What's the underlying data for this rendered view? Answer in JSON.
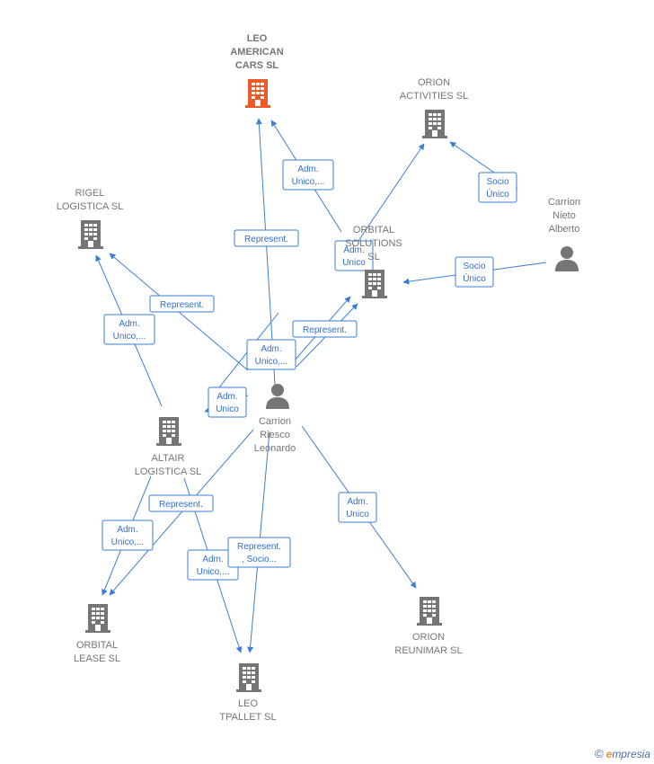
{
  "colors": {
    "edge": "#3a7fd5",
    "company": "#757575",
    "highlight": "#f05a28",
    "person": "#757575"
  },
  "nodes": {
    "leo_american": {
      "lines": [
        "LEO",
        "AMERICAN",
        "CARS  SL"
      ],
      "type": "building-icon",
      "highlight": true
    },
    "orion_activities": {
      "lines": [
        "ORION",
        "ACTIVITIES  SL"
      ],
      "type": "building-icon"
    },
    "rigel": {
      "lines": [
        "RIGEL",
        "LOGISTICA SL"
      ],
      "type": "building-icon"
    },
    "orbital_solutions": {
      "lines": [
        "ORBITAL",
        "SOLUTIONS",
        "SL"
      ],
      "type": "building-icon"
    },
    "carrion_nieto": {
      "lines": [
        "Carrion",
        "Nieto",
        "Alberto"
      ],
      "type": "person-icon"
    },
    "carrion_riesco": {
      "lines": [
        "Carrion",
        "Riesco",
        "Leonardo"
      ],
      "type": "person-icon"
    },
    "altair": {
      "lines": [
        "ALTAIR",
        "LOGISTICA SL"
      ],
      "type": "building-icon"
    },
    "orbital_lease": {
      "lines": [
        "ORBITAL",
        "LEASE  SL"
      ],
      "type": "building-icon"
    },
    "orion_reunimar": {
      "lines": [
        "ORION",
        "REUNIMAR SL"
      ],
      "type": "building-icon"
    },
    "leo_tpallet": {
      "lines": [
        "LEO",
        "TPALLET  SL"
      ],
      "type": "building-icon"
    }
  },
  "edges": {
    "e1": [
      "Adm.",
      "Unico,..."
    ],
    "e2": [
      "Socio",
      "Único"
    ],
    "e3": [
      "Represent."
    ],
    "e4": [
      "Adm.",
      "Unico"
    ],
    "e5": [
      "Socio",
      "Único"
    ],
    "e6": [
      "Represent."
    ],
    "e7": [
      "Adm.",
      "Unico,..."
    ],
    "e8": [
      "Represent."
    ],
    "e9": [
      "Adm.",
      "Unico,..."
    ],
    "e10": [
      "Adm.",
      "Unico"
    ],
    "e11": [
      "Represent."
    ],
    "e12": [
      "Adm.",
      "Unico,..."
    ],
    "e13": [
      "Adm.",
      "Unico,..."
    ],
    "e14": [
      "Represent.",
      ", Socio..."
    ],
    "e15": [
      "Adm.",
      "Unico"
    ]
  },
  "footer": {
    "copyright": "©",
    "brand_initial": "e",
    "brand_rest": "mpresia"
  }
}
